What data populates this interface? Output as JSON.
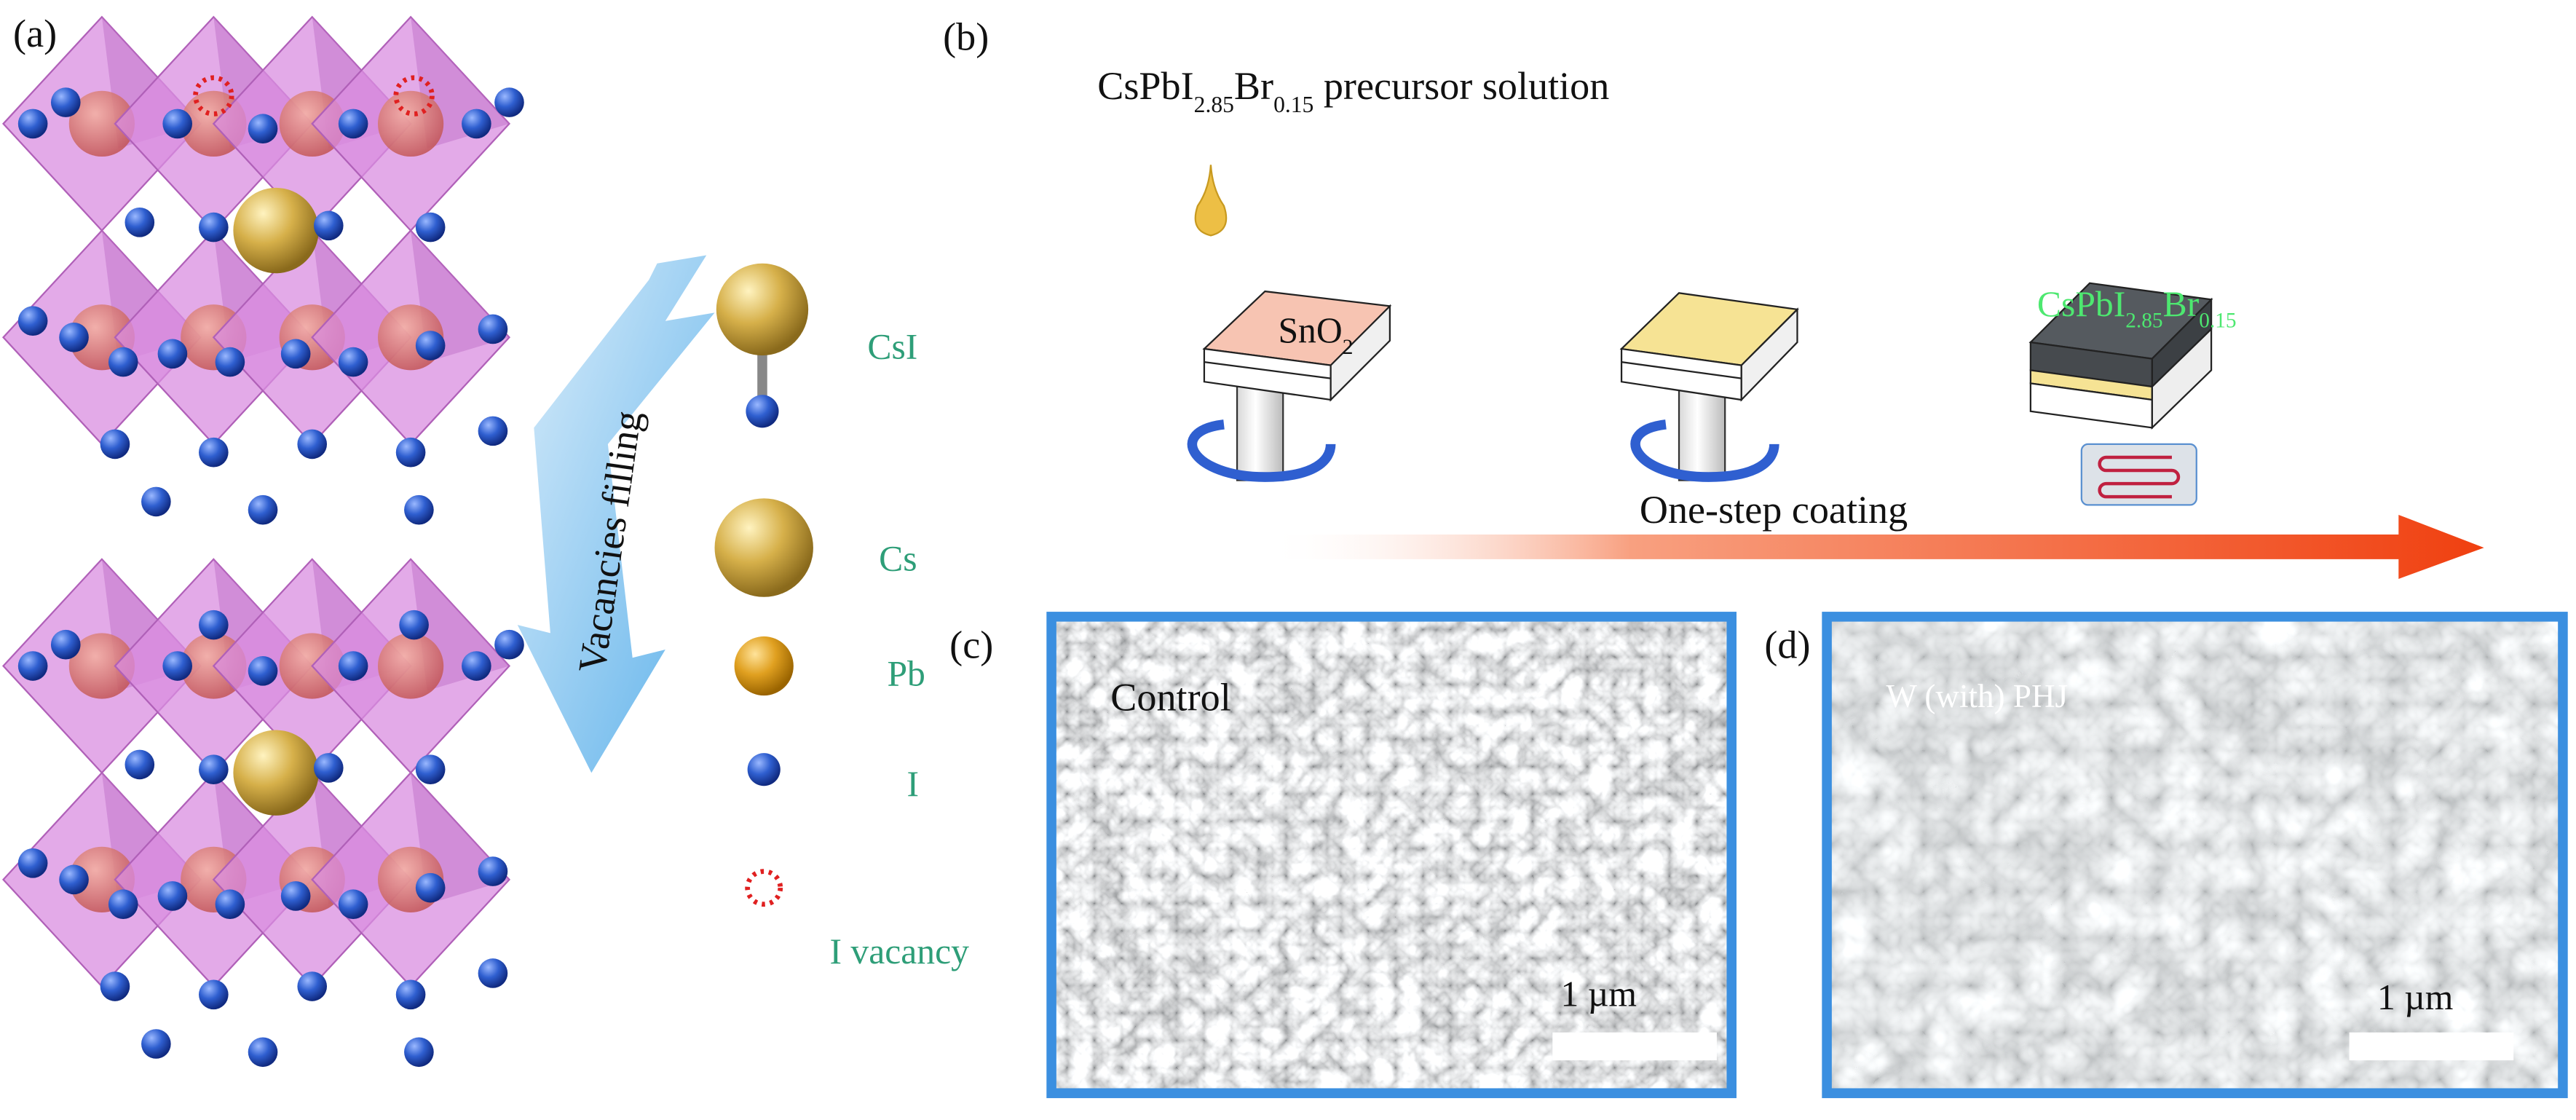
{
  "panel_a": {
    "label": "(a)",
    "arrow_text": "Vacancies filling",
    "legend": [
      {
        "name": "CsI",
        "icon": "csi-molecule-icon"
      },
      {
        "name": "Cs",
        "icon": "cs-atom-icon"
      },
      {
        "name": "Pb",
        "icon": "pb-atom-icon"
      },
      {
        "name": "I",
        "icon": "i-atom-icon"
      },
      {
        "name": "I vacancy",
        "icon": "i-vacancy-icon"
      }
    ]
  },
  "panel_b": {
    "label": "(b)",
    "precursor": {
      "base1": "CsPbI",
      "sub1": "2.85",
      "base2": "Br",
      "sub2": "0.15",
      "rest": " precursor solution"
    },
    "substrate_label": {
      "base": "SnO",
      "sub": "2"
    },
    "film_label": {
      "base1": "CsPbI",
      "sub1": "2.85",
      "base2": "Br",
      "sub2": "0.15"
    },
    "process": "One-step coating"
  },
  "panel_c": {
    "label": "(c)",
    "title": "Control",
    "scale": "1 µm"
  },
  "panel_d": {
    "label": "(d)",
    "title": "W (with) PHJ",
    "scale": "1 µm"
  },
  "colors": {
    "octahedron": "#d98ee0",
    "iodine": "#2f5fd0",
    "cesium": "#d8b24a",
    "border": "#3b8fe0",
    "arrow": "#f05020",
    "legend_text": "#2e9e78"
  }
}
